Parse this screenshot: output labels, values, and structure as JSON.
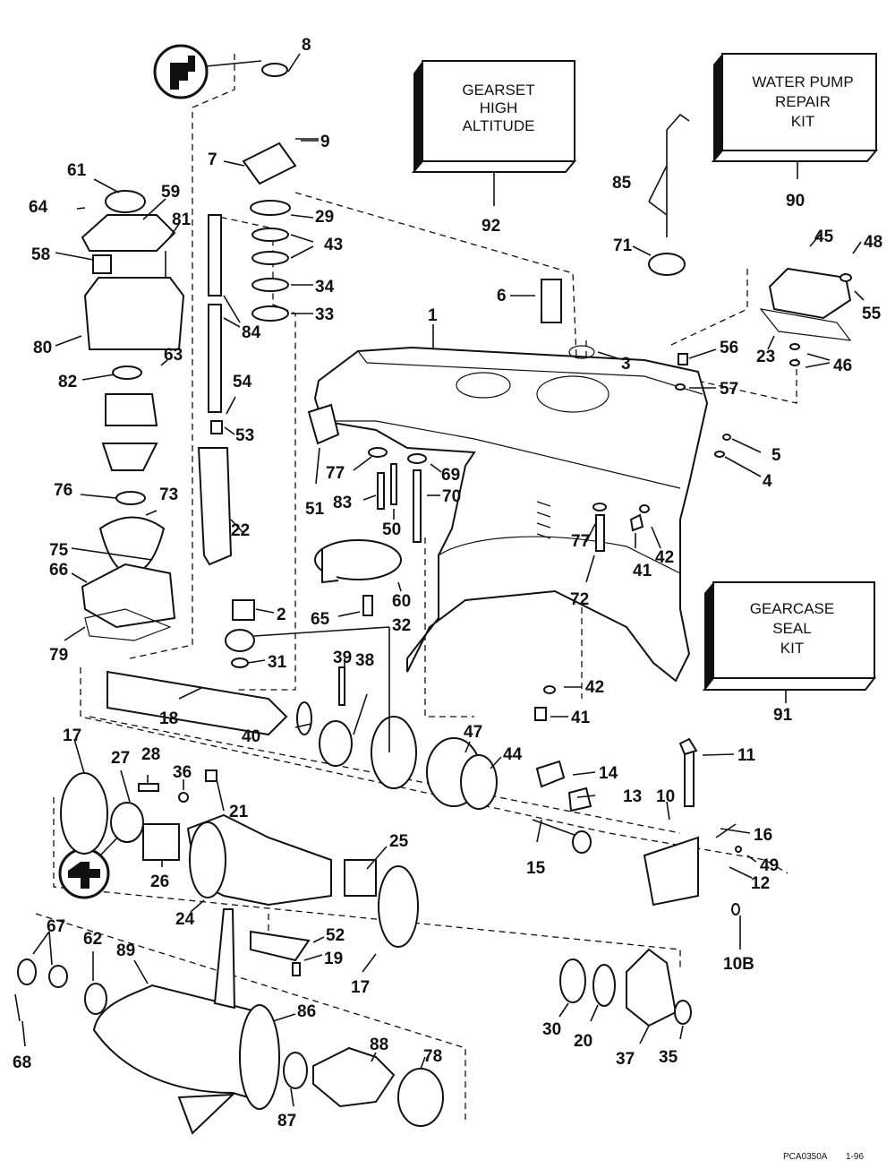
{
  "diagram": {
    "title": "Gearcase exploded parts diagram",
    "kits": [
      {
        "id": "92",
        "lines": [
          "GEARSET",
          "HIGH",
          "ALTITUDE"
        ]
      },
      {
        "id": "90",
        "lines": [
          "WATER PUMP",
          "REPAIR",
          "KIT"
        ]
      },
      {
        "id": "91",
        "lines": [
          "GEARCASE",
          "SEAL",
          "KIT"
        ]
      }
    ],
    "callouts": [
      {
        "n": "8"
      },
      {
        "n": "9"
      },
      {
        "n": "7"
      },
      {
        "n": "29"
      },
      {
        "n": "43"
      },
      {
        "n": "34"
      },
      {
        "n": "33"
      },
      {
        "n": "84"
      },
      {
        "n": "61"
      },
      {
        "n": "64"
      },
      {
        "n": "59"
      },
      {
        "n": "81"
      },
      {
        "n": "58"
      },
      {
        "n": "80"
      },
      {
        "n": "82"
      },
      {
        "n": "63"
      },
      {
        "n": "54"
      },
      {
        "n": "53"
      },
      {
        "n": "76"
      },
      {
        "n": "73"
      },
      {
        "n": "22"
      },
      {
        "n": "75"
      },
      {
        "n": "66"
      },
      {
        "n": "79"
      },
      {
        "n": "2"
      },
      {
        "n": "31"
      },
      {
        "n": "32"
      },
      {
        "n": "92"
      },
      {
        "n": "85"
      },
      {
        "n": "71"
      },
      {
        "n": "6"
      },
      {
        "n": "1"
      },
      {
        "n": "3"
      },
      {
        "n": "56"
      },
      {
        "n": "57"
      },
      {
        "n": "90"
      },
      {
        "n": "45"
      },
      {
        "n": "48"
      },
      {
        "n": "55"
      },
      {
        "n": "23"
      },
      {
        "n": "46"
      },
      {
        "n": "5"
      },
      {
        "n": "4"
      },
      {
        "n": "51"
      },
      {
        "n": "77"
      },
      {
        "n": "69"
      },
      {
        "n": "83"
      },
      {
        "n": "70"
      },
      {
        "n": "50"
      },
      {
        "n": "60"
      },
      {
        "n": "65"
      },
      {
        "n": "77"
      },
      {
        "n": "72"
      },
      {
        "n": "41"
      },
      {
        "n": "42"
      },
      {
        "n": "91"
      },
      {
        "n": "42"
      },
      {
        "n": "41"
      },
      {
        "n": "39"
      },
      {
        "n": "38"
      },
      {
        "n": "18"
      },
      {
        "n": "40"
      },
      {
        "n": "47"
      },
      {
        "n": "44"
      },
      {
        "n": "11"
      },
      {
        "n": "14"
      },
      {
        "n": "13"
      },
      {
        "n": "10"
      },
      {
        "n": "16"
      },
      {
        "n": "49"
      },
      {
        "n": "12"
      },
      {
        "n": "15"
      },
      {
        "n": "10B"
      },
      {
        "n": "17"
      },
      {
        "n": "27"
      },
      {
        "n": "28"
      },
      {
        "n": "36"
      },
      {
        "n": "21"
      },
      {
        "n": "26"
      },
      {
        "n": "24"
      },
      {
        "n": "25"
      },
      {
        "n": "52"
      },
      {
        "n": "19"
      },
      {
        "n": "17"
      },
      {
        "n": "67"
      },
      {
        "n": "62"
      },
      {
        "n": "89"
      },
      {
        "n": "86"
      },
      {
        "n": "68"
      },
      {
        "n": "87"
      },
      {
        "n": "88"
      },
      {
        "n": "78"
      },
      {
        "n": "30"
      },
      {
        "n": "20"
      },
      {
        "n": "37"
      },
      {
        "n": "35"
      }
    ],
    "footer": {
      "code": "PCA0350A",
      "date": "1-96"
    }
  }
}
